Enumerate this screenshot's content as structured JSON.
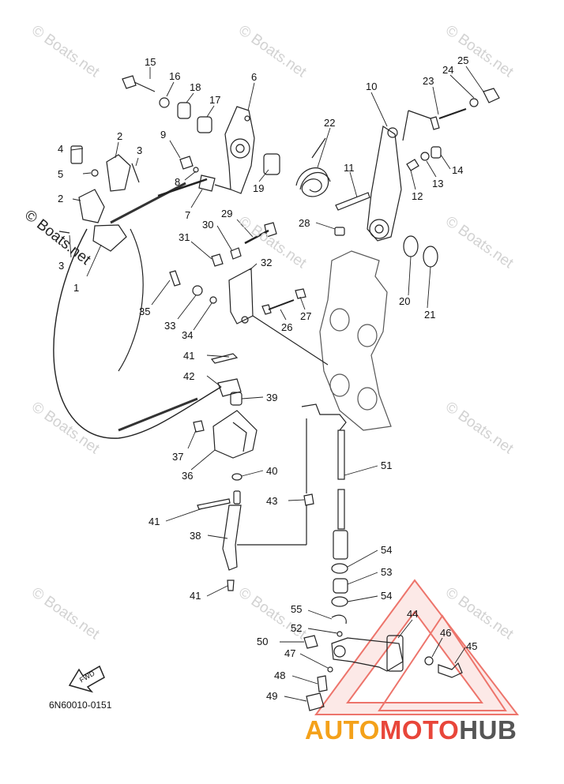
{
  "watermark": "© Boats.net",
  "watermark_main": "© Boats.net",
  "diagram_code": "6N60010-0151",
  "fwd_label": "FWD",
  "logo": {
    "part1": "AUTO",
    "part2": "MOTO",
    "part3": "HUB"
  },
  "colors": {
    "line": "#222222",
    "accent_red": "#e8463a",
    "accent_orange": "#f4a11a",
    "logo_grey": "#555555"
  },
  "callouts": [
    "15",
    "16",
    "18",
    "17",
    "6",
    "10",
    "23",
    "24",
    "25",
    "9",
    "4",
    "2",
    "3",
    "5",
    "8",
    "22",
    "19",
    "11",
    "12",
    "13",
    "14",
    "2",
    "7",
    "29",
    "30",
    "28",
    "3",
    "1",
    "31",
    "32",
    "20",
    "21",
    "35",
    "33",
    "34",
    "27",
    "26",
    "41",
    "42",
    "39",
    "37",
    "36",
    "40",
    "51",
    "43",
    "41",
    "38",
    "54",
    "53",
    "54",
    "41",
    "55",
    "44",
    "52",
    "46",
    "45",
    "50",
    "47",
    "48",
    "49"
  ]
}
